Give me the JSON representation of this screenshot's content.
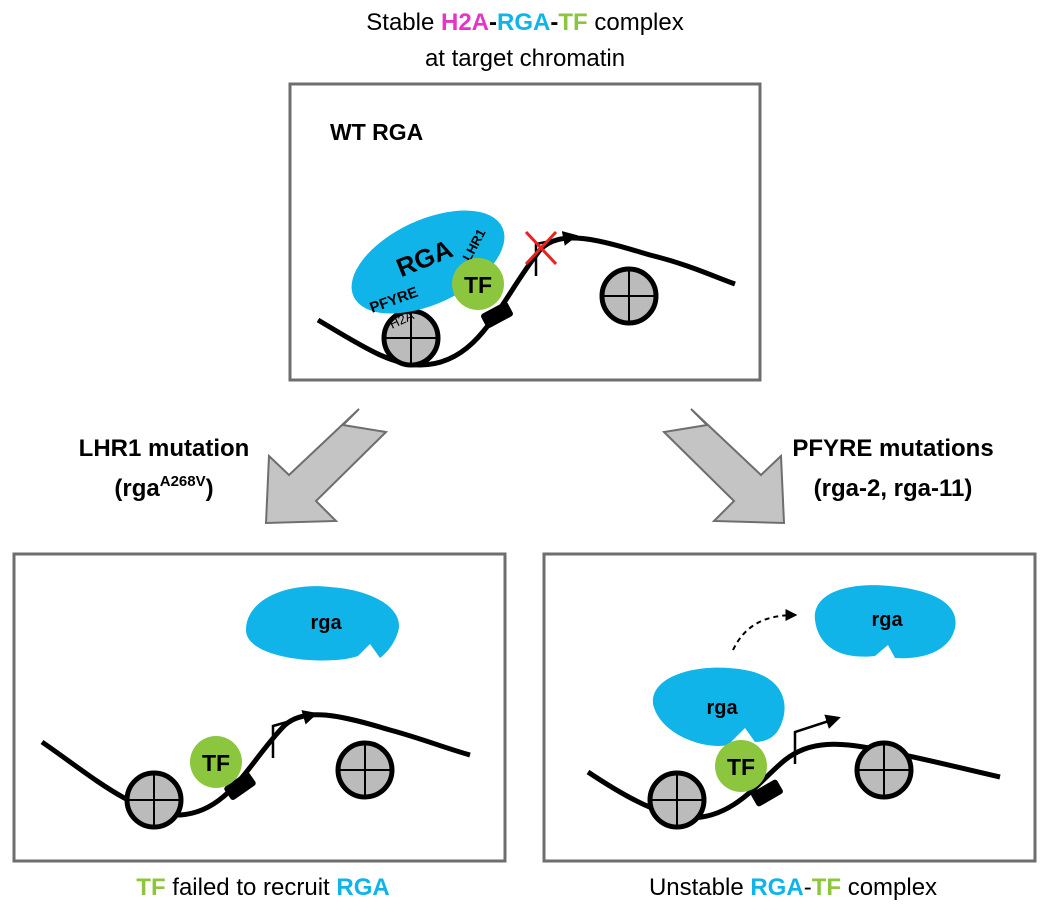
{
  "colors": {
    "h2a": "#e535c8",
    "rga": "#11b4e8",
    "tf": "#8cc63f",
    "frame": "#6e6e6e",
    "arrow_fill": "#c4c4c4",
    "nucleosome": "#bbbbbb",
    "block_x": "#e8231f"
  },
  "top": {
    "title_word1": "Stable",
    "title_h2a": "H2A",
    "title_dash1": "-",
    "title_rga": "RGA",
    "title_dash2": "-",
    "title_tf": "TF",
    "title_rest": "complex",
    "title_line2": "at target chromatin",
    "panel_label": "WT RGA",
    "rga_label": "RGA",
    "lhr1_label": "LHR1",
    "pfyre_label": "PFYRE",
    "tf_label": "TF",
    "h2a_label": "H2A"
  },
  "left": {
    "mutation_line1": "LHR1 mutation",
    "mutation_open": "(rga",
    "mutation_sup": "A268V",
    "mutation_close": ")",
    "rga_label": "rga",
    "tf_label": "TF",
    "caption_tf": "TF",
    "caption_mid": "failed to recruit",
    "caption_rga": "RGA"
  },
  "right": {
    "mutation_line1": "PFYRE mutations",
    "mutation_line2": "(rga-2, rga-11)",
    "rga_free_label": "rga",
    "rga_bound_label": "rga",
    "tf_label": "TF",
    "caption_start": "Unstable",
    "caption_rga": "RGA",
    "caption_dash": "-",
    "caption_tf": "TF",
    "caption_end": "complex"
  }
}
